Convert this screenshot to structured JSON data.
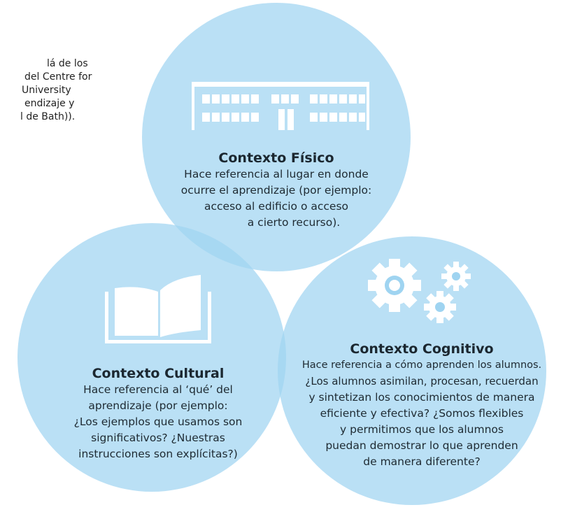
{
  "intro_lines": [
    "lá de los",
    "del Centre for",
    "University",
    "endizaje y",
    "l de Bath))."
  ],
  "colors": {
    "circle_fill": "#9fd4f1",
    "icon_fill": "#ffffff"
  },
  "icons": {
    "fisico": "building-icon",
    "cultural": "open-book-icon",
    "cognitivo": "gears-icon"
  },
  "fisico": {
    "title": "Contexto Físico",
    "lines": [
      "Hace referencia al lugar en donde",
      "ocurre el aprendizaje (por ejemplo:",
      "acceso al edificio o acceso",
      "a cierto recurso)."
    ]
  },
  "cultural": {
    "title": "Contexto Cultural",
    "lines": [
      "Hace referencia al ‘qué’ del",
      "aprendizaje (por ejemplo:",
      "¿Los ejemplos que usamos son",
      "significativos? ¿Nuestras",
      "instrucciones son explícitas?)"
    ]
  },
  "cognitivo": {
    "title": "Contexto Cognitivo",
    "lines": [
      "Hace referencia a cómo aprenden los alumnos.",
      "¿Los alumnos asimilan, procesan, recuerdan",
      "y sintetizan los conocimientos de manera",
      "eficiente y efectiva? ¿Somos flexibles",
      "y permitimos que los alumnos",
      "puedan demostrar lo que aprenden",
      "de manera diferente?"
    ]
  }
}
